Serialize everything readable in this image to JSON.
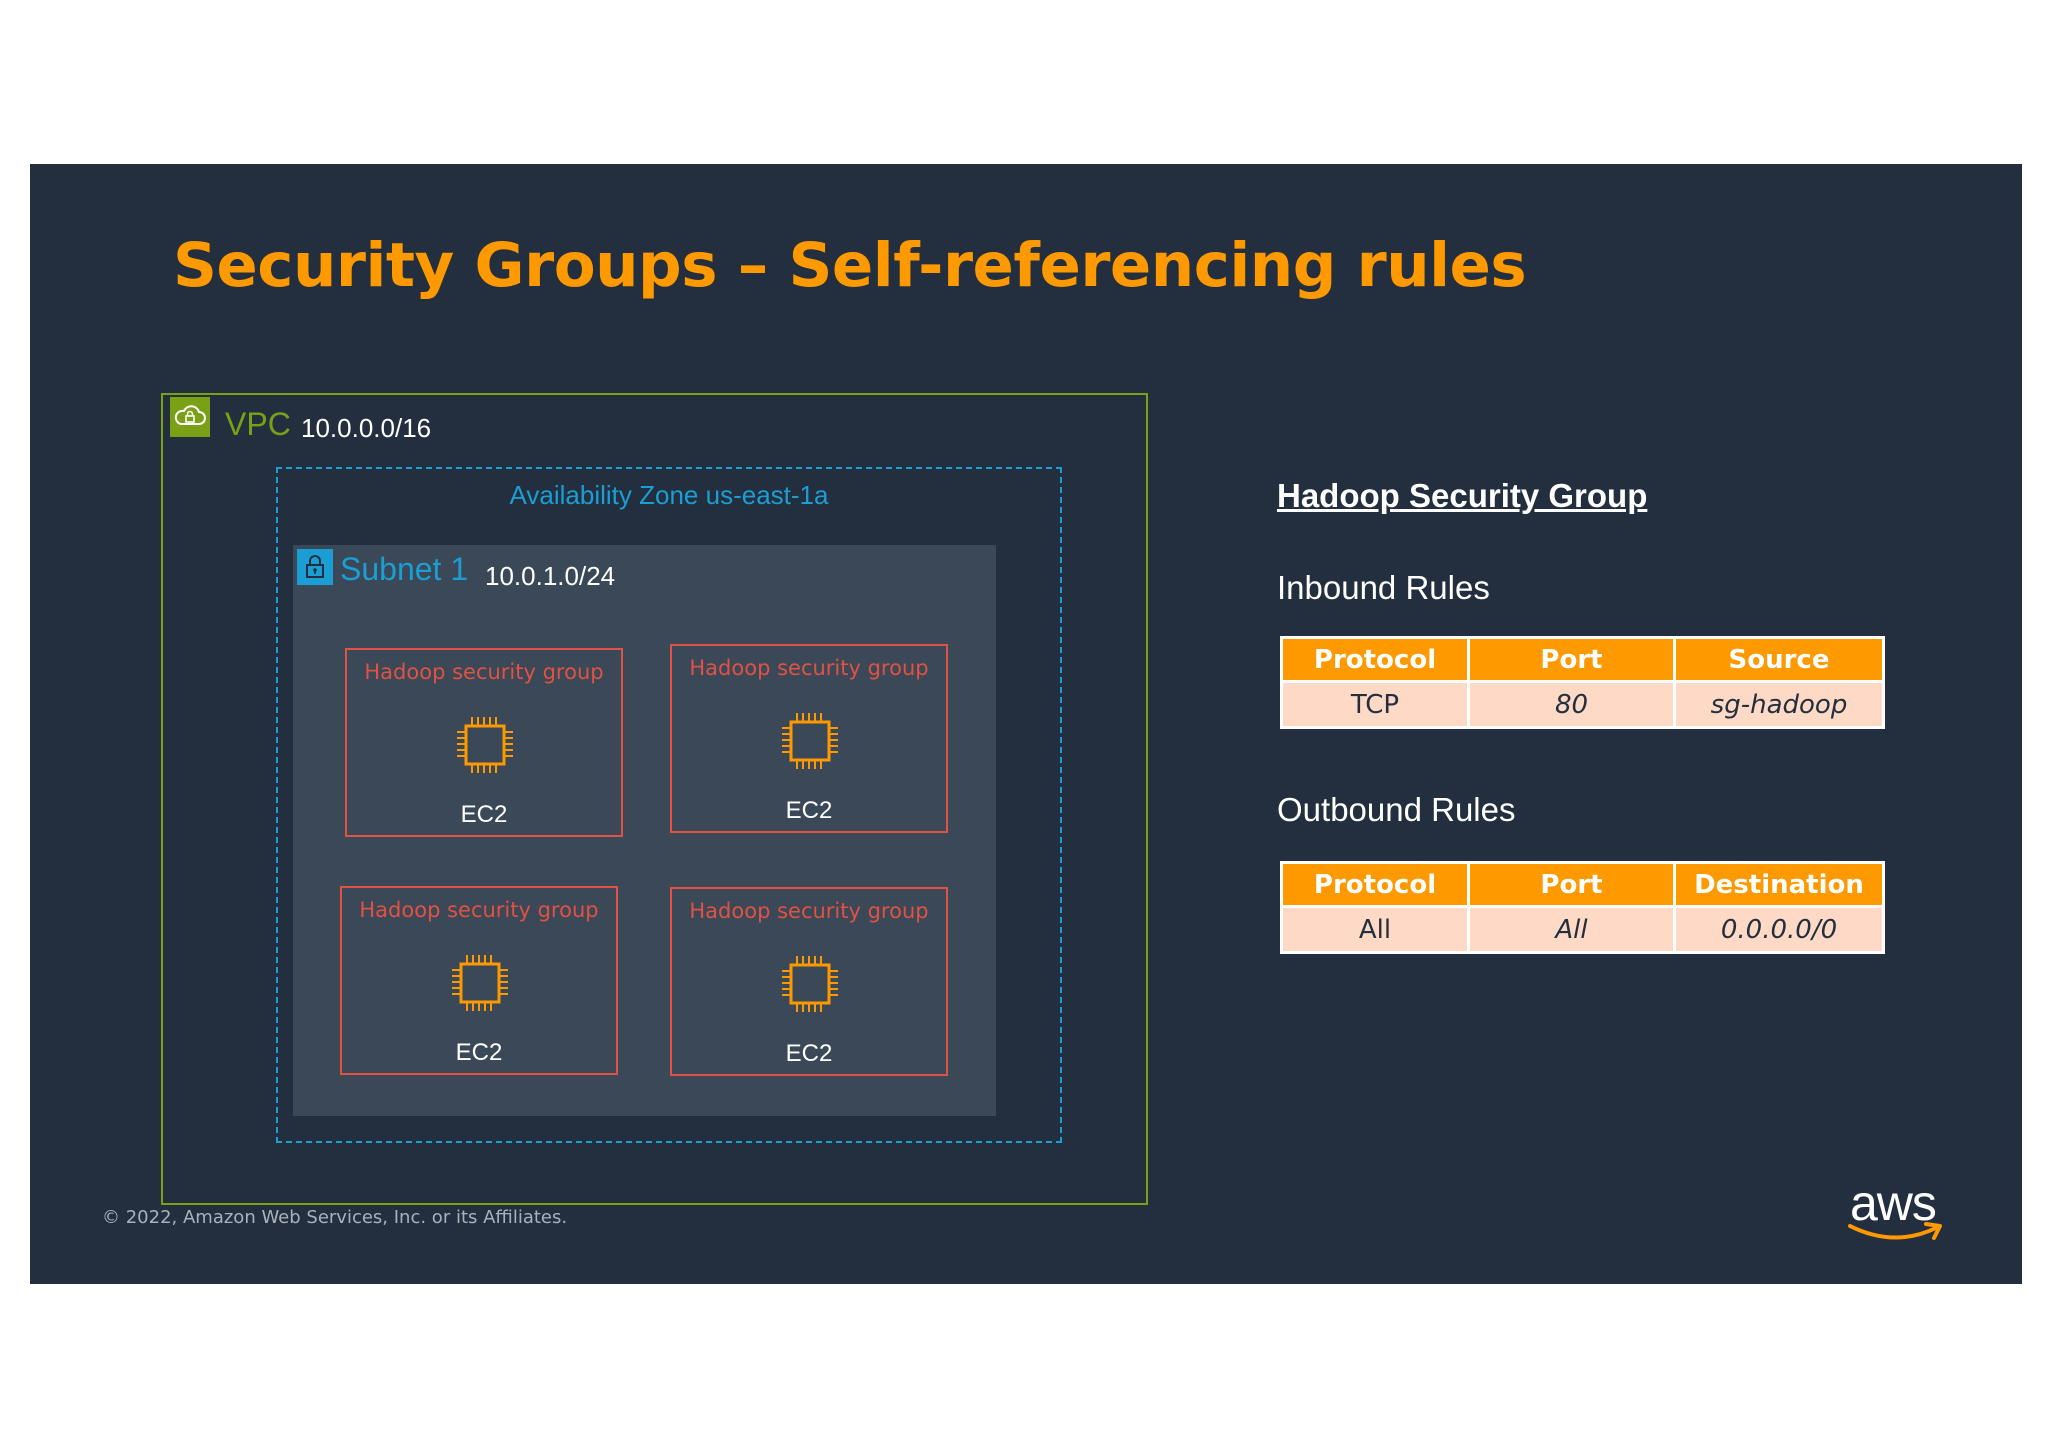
{
  "title": "Security Groups – Self-referencing rules",
  "vpc": {
    "label": "VPC",
    "cidr": "10.0.0.0/16",
    "icon": "vpc-cloud-lock-icon"
  },
  "az": {
    "label": "Availability Zone us-east-1a"
  },
  "subnet": {
    "label": "Subnet 1",
    "cidr": "10.0.1.0/24",
    "icon": "subnet-lock-icon"
  },
  "instances": [
    {
      "group": "Hadoop security group",
      "name": "EC2",
      "icon": "ec2-chip-icon"
    },
    {
      "group": "Hadoop security group",
      "name": "EC2",
      "icon": "ec2-chip-icon"
    },
    {
      "group": "Hadoop security group",
      "name": "EC2",
      "icon": "ec2-chip-icon"
    },
    {
      "group": "Hadoop security group",
      "name": "EC2",
      "icon": "ec2-chip-icon"
    }
  ],
  "security_group_heading": "Hadoop Security Group",
  "inbound": {
    "title": "Inbound Rules",
    "headers": [
      "Protocol",
      "Port",
      "Source"
    ],
    "row": [
      "TCP",
      "80",
      "sg-hadoop"
    ]
  },
  "outbound": {
    "title": "Outbound Rules",
    "headers": [
      "Protocol",
      "Port",
      "Destination"
    ],
    "row": [
      "All",
      "All",
      "0.0.0.0/0"
    ]
  },
  "footer": {
    "copyright": "© 2022, Amazon Web Services, Inc. or its Affiliates."
  },
  "logo": {
    "text": "aws",
    "icon": "aws-smile-logo"
  },
  "colors": {
    "slide_bg": "#232f3e",
    "title": "#ff9900",
    "vpc": "#7aa116",
    "availability_zone": "#1a9ed4",
    "subnet_bg": "#3b4857",
    "security_group": "#e05243",
    "ec2_icon": "#ff9900",
    "table_header": "#ff9900",
    "table_cell": "#fdd9c6"
  }
}
